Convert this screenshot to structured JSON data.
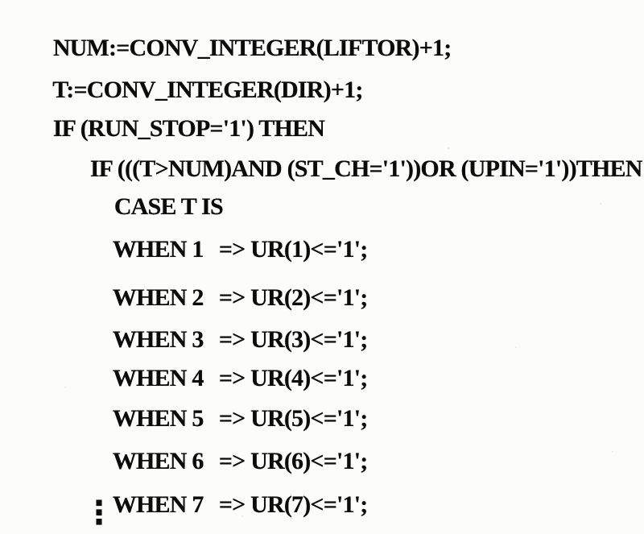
{
  "page": {
    "background": "#fcfcfb",
    "text_color": "#0b0b0b"
  },
  "code": {
    "lines": [
      {
        "text": "NUM:=CONV_INTEGER(LIFTOR)+1;"
      },
      {
        "text": "T:=CONV_INTEGER(DIR)+1;"
      },
      {
        "text": "IF (RUN_STOP='1') THEN"
      },
      {
        "text": "IF (((T>NUM)AND (ST_CH='1'))OR (UPIN='1'))THEN"
      },
      {
        "text": "CASE T IS"
      },
      {
        "label": "WHEN 1",
        "body": "=> UR(1)<='1';"
      },
      {
        "label": "WHEN 2",
        "body": "=> UR(2)<='1';"
      },
      {
        "label": "WHEN 3",
        "body": "=> UR(3)<='1';"
      },
      {
        "label": "WHEN 4",
        "body": "=> UR(4)<='1';"
      },
      {
        "label": "WHEN 5",
        "body": "=> UR(5)<='1';"
      },
      {
        "label": "WHEN 6",
        "body": "=> UR(6)<='1';"
      },
      {
        "label": "WHEN 7",
        "body": "=> UR(7)<='1';"
      }
    ],
    "ellipsis": "⋮"
  }
}
